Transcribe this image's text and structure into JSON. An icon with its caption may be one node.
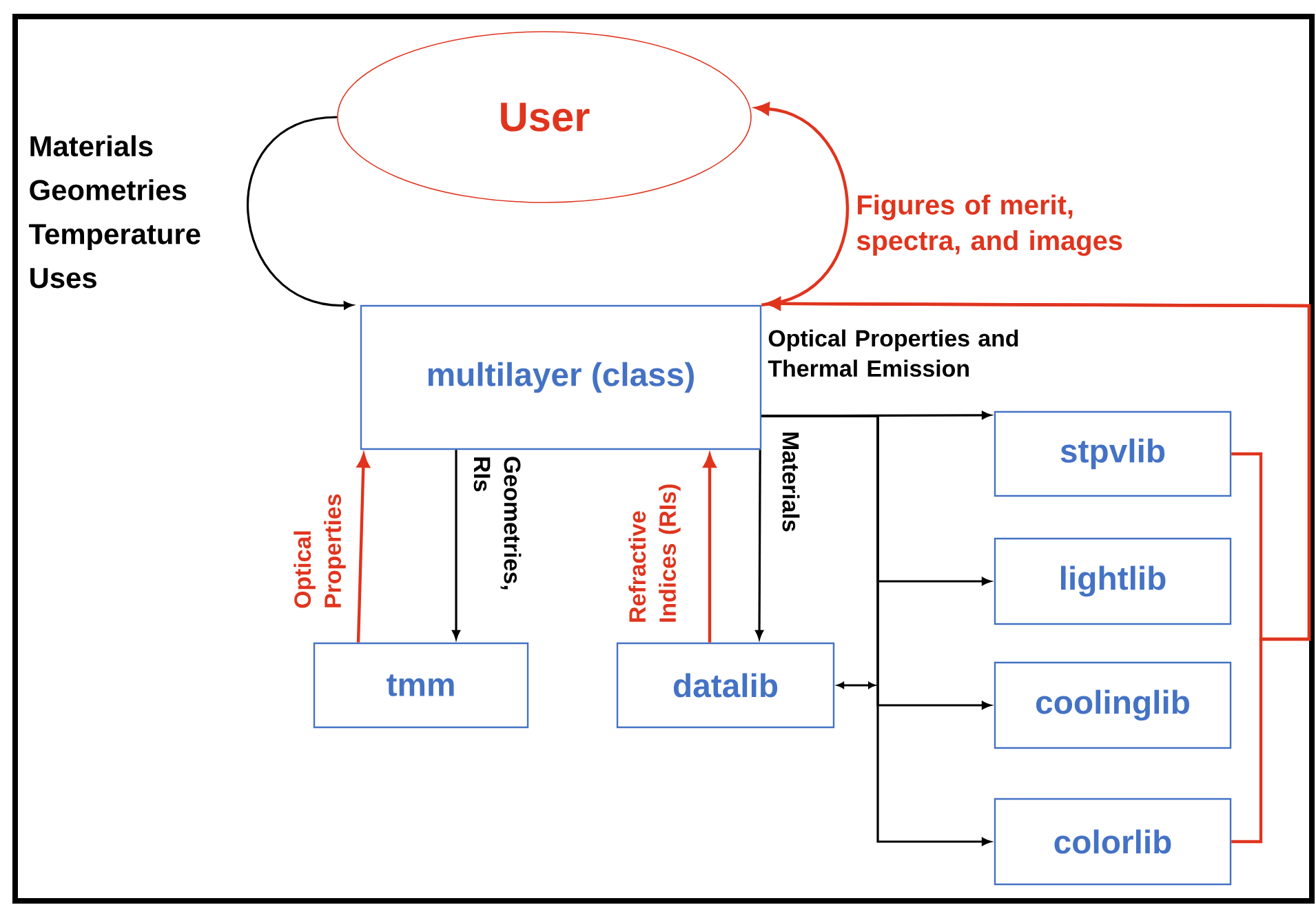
{
  "diagram": {
    "nodes": [
      {
        "text": [
          "User"
        ]
      },
      {
        "text": [
          "multilayer (class)"
        ]
      },
      {
        "text": [
          "tmm"
        ]
      },
      {
        "text": [
          "datalib"
        ]
      },
      {
        "text": [
          "stpvlib"
        ]
      },
      {
        "text": [
          "lightlib"
        ]
      },
      {
        "text": [
          "coolinglib"
        ]
      },
      {
        "text": [
          "colorlib"
        ]
      }
    ],
    "edges": [
      {
        "from": 0,
        "to": 1,
        "arrow": "to",
        "label": "Materials Geometries Temperature Uses"
      },
      {
        "from": 1,
        "to": 0,
        "arrow": "to",
        "label": "Figures of merit, spectra, and images",
        "color": "#e0341e"
      },
      {
        "from": 1,
        "to": 2,
        "arrow": "to",
        "label": "Geometries, RIs"
      },
      {
        "from": 2,
        "to": 1,
        "arrow": "to",
        "label": "Optical Properties",
        "color": "#e0341e"
      },
      {
        "from": 1,
        "to": 3,
        "arrow": "to",
        "label": "Materials"
      },
      {
        "from": 3,
        "to": 1,
        "arrow": "to",
        "label": "Refractive Indices (RIs)",
        "color": "#e0341e"
      },
      {
        "from": 1,
        "to": 4,
        "arrow": "to",
        "label": "Optical Properties and Thermal Emission"
      },
      {
        "from": 1,
        "to": 5,
        "arrow": "to"
      },
      {
        "from": 1,
        "to": 6,
        "arrow": "to"
      },
      {
        "from": 1,
        "to": 7,
        "arrow": "to"
      },
      {
        "from": 3,
        "to": null,
        "arrow": "both"
      },
      {
        "from": 4,
        "to": 1,
        "arrow": "to",
        "color": "#e0341e"
      },
      {
        "from": 7,
        "to": 1,
        "arrow": "to",
        "color": "#e0341e"
      }
    ]
  }
}
